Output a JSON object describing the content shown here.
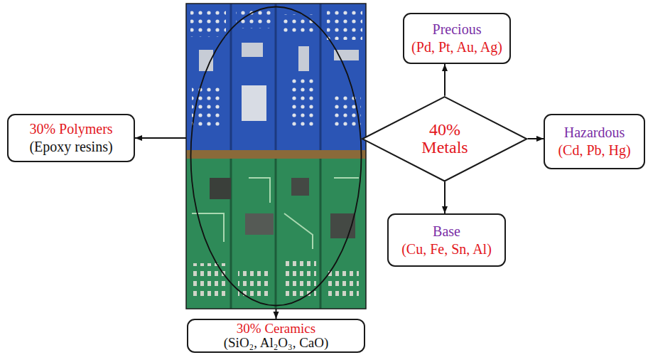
{
  "diagram": {
    "nodes": [
      {
        "text": [
          "Precious",
          "(Pd, Pt, Au, Ag)"
        ]
      },
      {
        "text": [
          "30% Polymers",
          "(Epoxy resins)"
        ]
      },
      {
        "text": [
          "40% Metals"
        ]
      },
      {
        "text": [
          "Hazardous",
          "(Cd, Pb, Hg)"
        ]
      },
      {
        "text": [
          "Base",
          "(Cu, Fe, Sn, Al)"
        ]
      },
      {
        "text": [
          "30% Ceramics",
          "(SiO₂, Al₂O₃, CaO)"
        ]
      }
    ],
    "edges": [
      {
        "from": 2,
        "to": 0,
        "arrow": "to"
      },
      {
        "from": 2,
        "to": 3,
        "arrow": "to"
      },
      {
        "from": 2,
        "to": 4,
        "arrow": "to"
      }
    ]
  }
}
